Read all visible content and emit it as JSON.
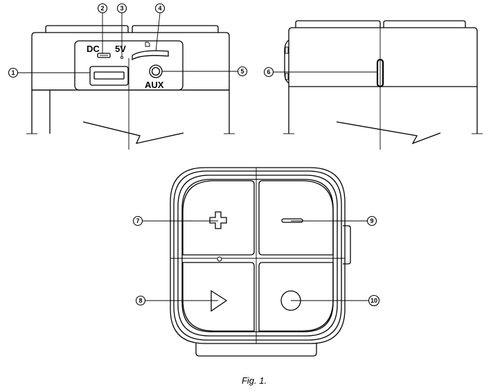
{
  "port_labels": {
    "dc": "DC",
    "volt": "5V",
    "aux": "AUX"
  },
  "callouts": [
    "1",
    "2",
    "3",
    "4",
    "5",
    "6",
    "7",
    "8",
    "9",
    "10"
  ],
  "caption": "Fig. 1."
}
